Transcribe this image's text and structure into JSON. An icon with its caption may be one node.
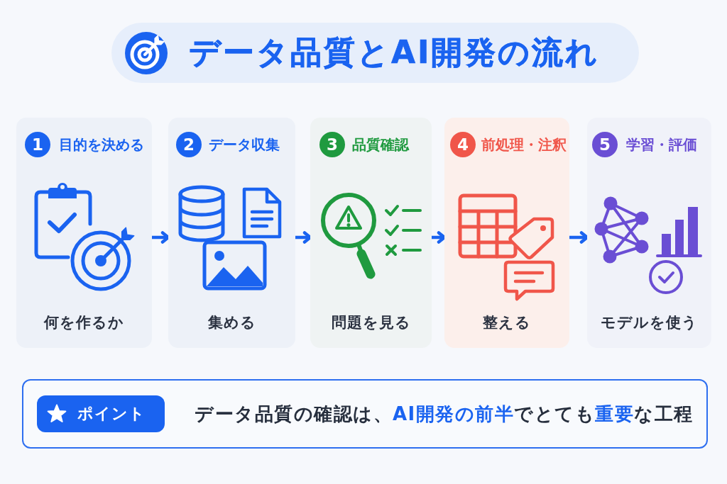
{
  "diagram": {
    "title": "データ品質とAI開発の流れ",
    "nodes": [
      {
        "text": [
          "1",
          "目的を決める",
          "何を作るか"
        ]
      },
      {
        "text": [
          "2",
          "データ収集",
          "集める"
        ]
      },
      {
        "text": [
          "3",
          "品質確認",
          "問題を見る"
        ]
      },
      {
        "text": [
          "4",
          "前処理・注釈",
          "整える"
        ]
      },
      {
        "text": [
          "5",
          "学習・評価",
          "モデルを使う"
        ]
      },
      {
        "text": [
          "データ品質の確認は、**AI開発の前半**でとても**重要**な工程"
        ]
      },
      {
        "text": [
          "ポイント"
        ],
        "in": 5
      }
    ],
    "edges": [
      {
        "from": 0,
        "to": 1,
        "arrow": "to"
      },
      {
        "from": 1,
        "to": 2,
        "arrow": "to"
      },
      {
        "from": 2,
        "to": 3,
        "arrow": "to"
      },
      {
        "from": 3,
        "to": 4,
        "arrow": "to"
      }
    ]
  }
}
